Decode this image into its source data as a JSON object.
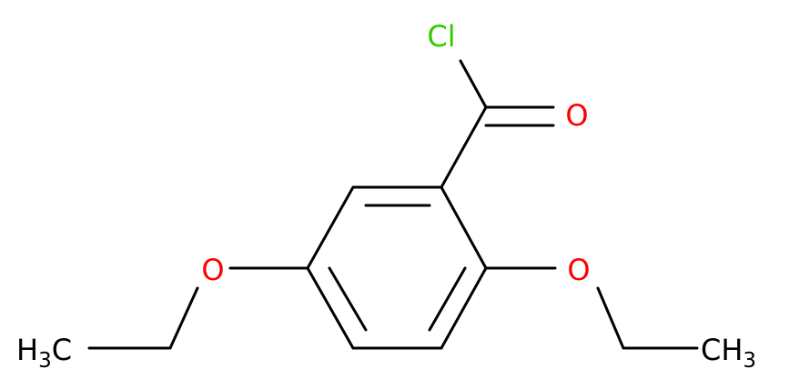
{
  "molecule": {
    "atoms": {
      "chlorine": {
        "symbol": "Cl",
        "color": "#33cc00"
      },
      "carbonyl_oxygen": {
        "symbol": "O",
        "color": "#ff0000"
      },
      "ether_oxygen_left": {
        "symbol": "O",
        "color": "#ff0000"
      },
      "ether_oxygen_right": {
        "symbol": "O",
        "color": "#ff0000"
      },
      "methyl_left": {
        "prefix": "H",
        "subscript": "3",
        "suffix": "C",
        "color": "#000000"
      },
      "methyl_right": {
        "prefix": "CH",
        "subscript": "3",
        "color": "#000000"
      }
    },
    "bond_color": "#000000"
  }
}
